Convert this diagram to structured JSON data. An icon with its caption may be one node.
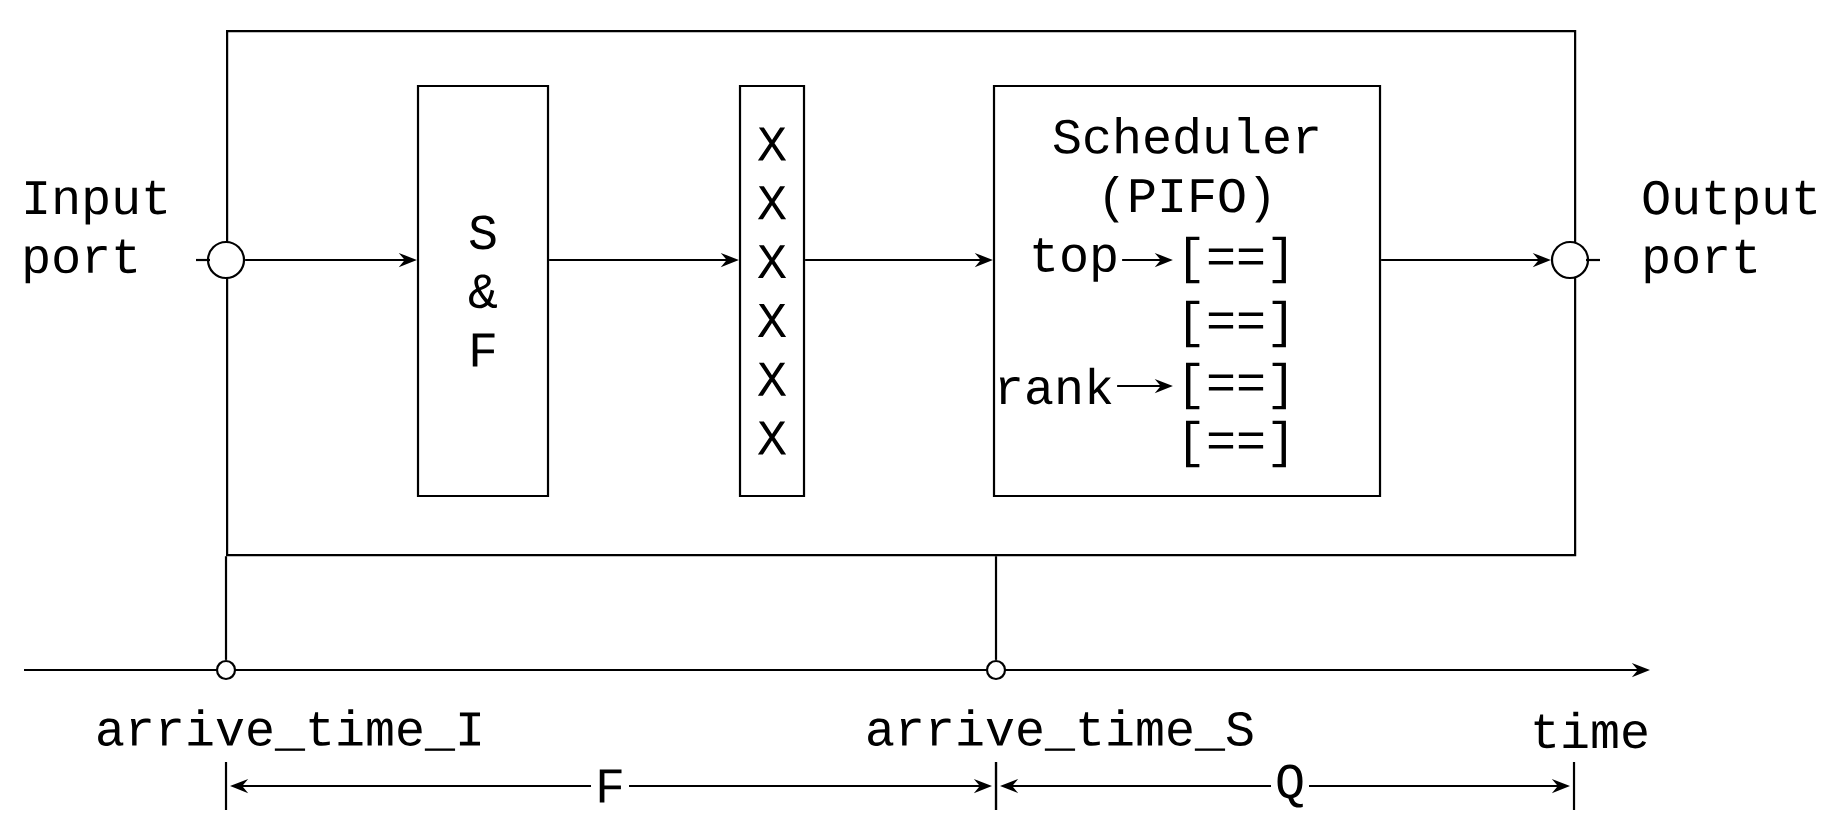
{
  "diagram": {
    "nodes": [
      {
        "text": [],
        "shape": "box"
      },
      {
        "text": [],
        "shape": "circle",
        "beside": [
          "Input port"
        ]
      },
      {
        "text": [
          "S & F"
        ],
        "in": 0
      },
      {
        "text": [
          "X X X X X X"
        ],
        "in": 0
      },
      {
        "text": [
          "Scheduler (PIFO)"
        ],
        "in": 0
      },
      {
        "text": [
          "top"
        ],
        "in": 4
      },
      {
        "text": [
          "rank"
        ],
        "in": 4
      },
      {
        "text": [
          "[==]"
        ],
        "in": 4
      },
      {
        "text": [
          "[==]"
        ],
        "in": 4
      },
      {
        "text": [
          "[==]"
        ],
        "in": 4
      },
      {
        "text": [
          "[==]"
        ],
        "in": 4
      },
      {
        "text": [],
        "shape": "circle",
        "beside": [
          "Output port"
        ]
      },
      {
        "text": [],
        "shape": "circle",
        "beside": [
          "arrive_time_I"
        ]
      },
      {
        "text": [],
        "shape": "circle",
        "beside": [
          "arrive_time_S"
        ]
      }
    ],
    "edges": [
      {
        "from": 1,
        "to": 2,
        "arrow": "to"
      },
      {
        "from": 2,
        "to": 3,
        "arrow": "to"
      },
      {
        "from": 3,
        "to": 4,
        "arrow": "to"
      },
      {
        "from": 4,
        "to": 11,
        "arrow": "to"
      },
      {
        "from": 5,
        "to": 7,
        "arrow": "to"
      },
      {
        "from": 6,
        "to": 9,
        "arrow": "to"
      },
      {
        "from": 0,
        "to": 12,
        "arrow": "none"
      },
      {
        "from": 0,
        "to": 13,
        "arrow": "none"
      }
    ],
    "labels": [
      "time",
      "F",
      "Q"
    ]
  }
}
